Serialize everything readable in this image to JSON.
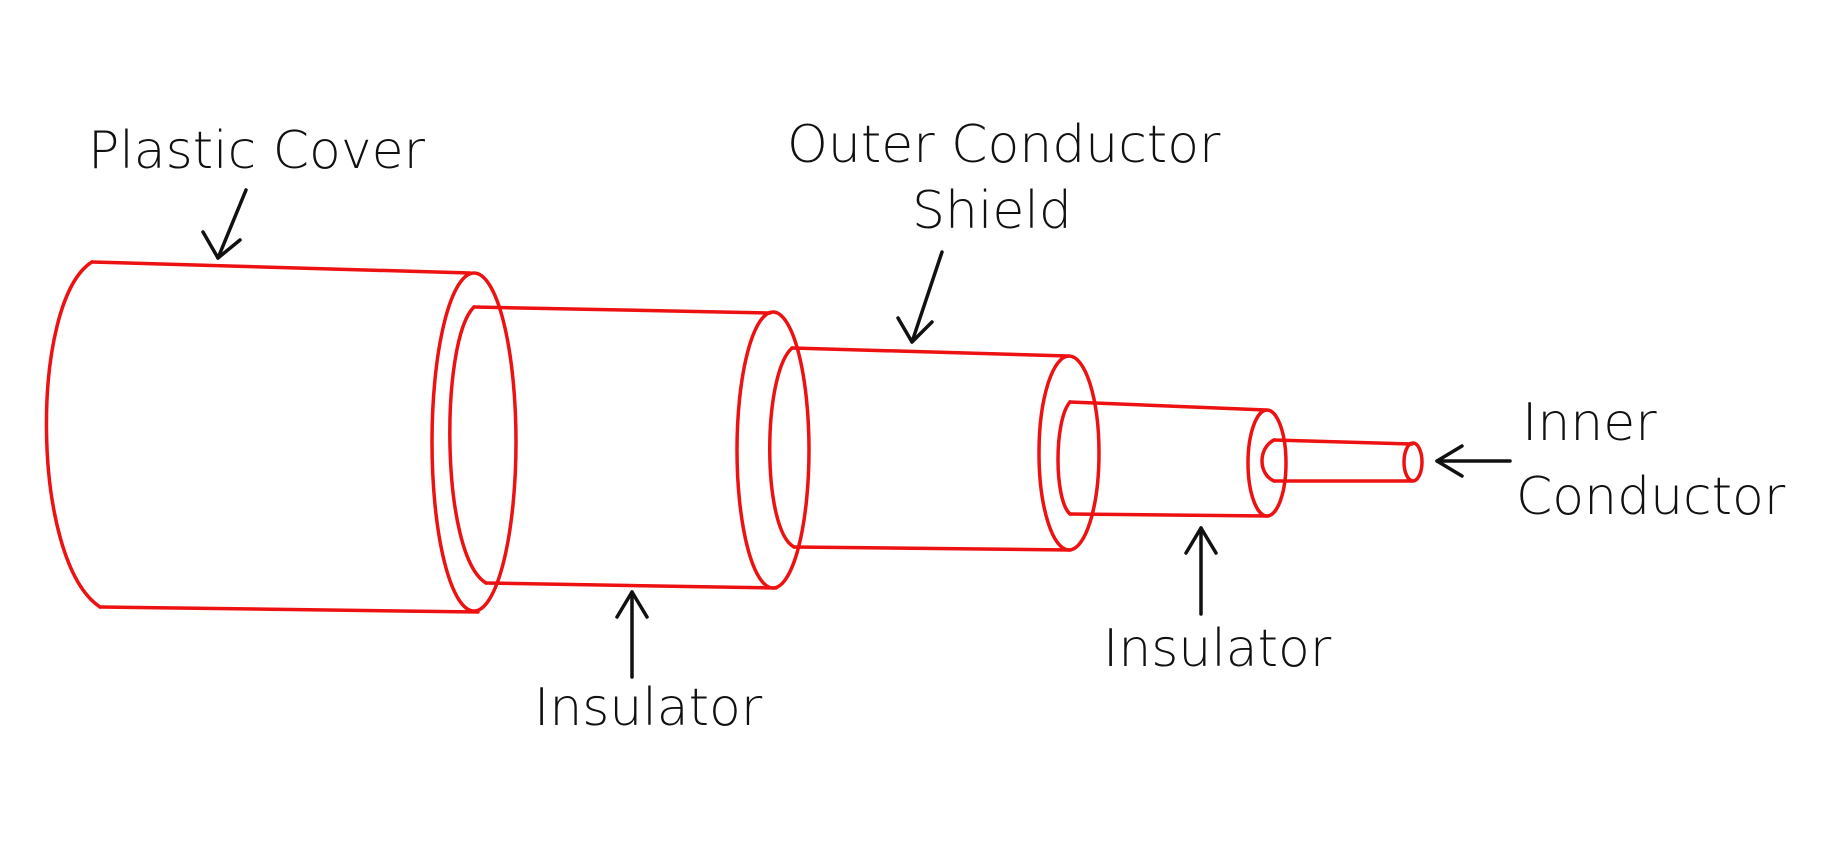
{
  "colors": {
    "cable": "#ee1111",
    "ink": "#111111",
    "background": "#ffffff"
  },
  "labels": {
    "plastic_cover": "Plastic Cover",
    "outer_conductor_line1": "Outer Conductor",
    "outer_conductor_line2": "Shield",
    "insulator_outer": "Insulator",
    "insulator_inner": "Insulator",
    "inner_conductor_line1": "Inner",
    "inner_conductor_line2": "Conductor"
  }
}
